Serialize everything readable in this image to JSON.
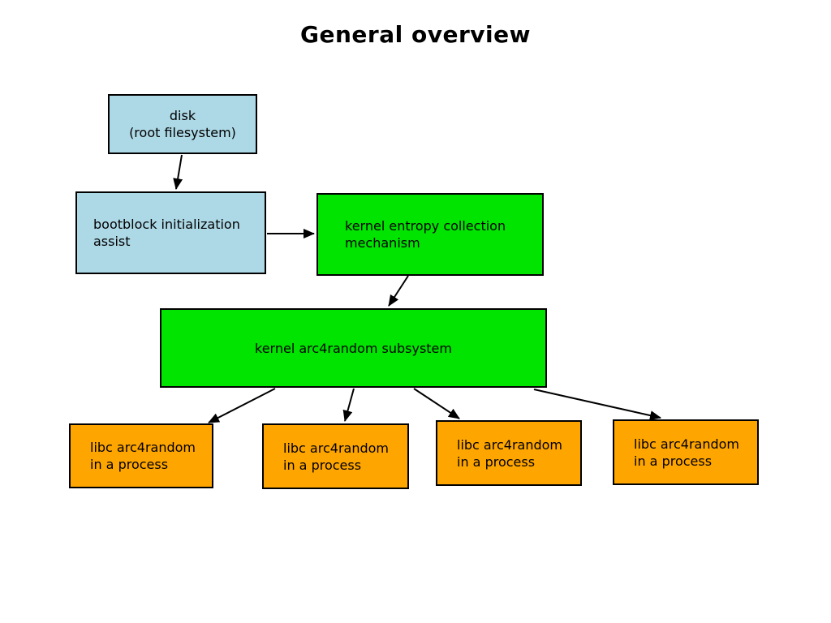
{
  "title": "General overview",
  "colors": {
    "background": "#ffffff",
    "border": "#000000",
    "blue_fill": "#add8e6",
    "green_fill": "#00e400",
    "orange_fill": "#ffa500"
  },
  "nodes": {
    "disk": {
      "line1": "disk",
      "line2": "(root filesystem)"
    },
    "bootblock": {
      "line1": "bootblock initialization",
      "line2": "assist"
    },
    "entropy": {
      "line1": "kernel entropy collection",
      "line2": "mechanism"
    },
    "arc4random": {
      "label": "kernel arc4random subsystem"
    },
    "libc": [
      {
        "line1": "libc arc4random",
        "line2": "in a process"
      },
      {
        "line1": "libc arc4random",
        "line2": "in a process"
      },
      {
        "line1": "libc arc4random",
        "line2": "in a process"
      },
      {
        "line1": "libc arc4random",
        "line2": "in a process"
      }
    ]
  },
  "edges": [
    {
      "from": "disk",
      "to": "bootblock"
    },
    {
      "from": "bootblock",
      "to": "entropy"
    },
    {
      "from": "entropy",
      "to": "arc4random"
    },
    {
      "from": "arc4random",
      "to": "libc-0"
    },
    {
      "from": "arc4random",
      "to": "libc-1"
    },
    {
      "from": "arc4random",
      "to": "libc-2"
    },
    {
      "from": "arc4random",
      "to": "libc-3"
    }
  ]
}
